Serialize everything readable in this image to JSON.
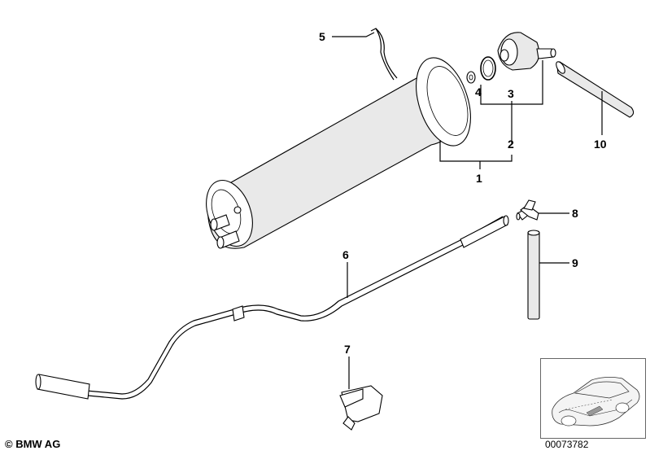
{
  "callouts": [
    "1",
    "2",
    "3",
    "4",
    "5",
    "6",
    "7",
    "8",
    "9",
    "10"
  ],
  "copyright": "© BMW AG",
  "document_number": "00073782",
  "thumbnail_icon": "car-thumbnail-icon"
}
